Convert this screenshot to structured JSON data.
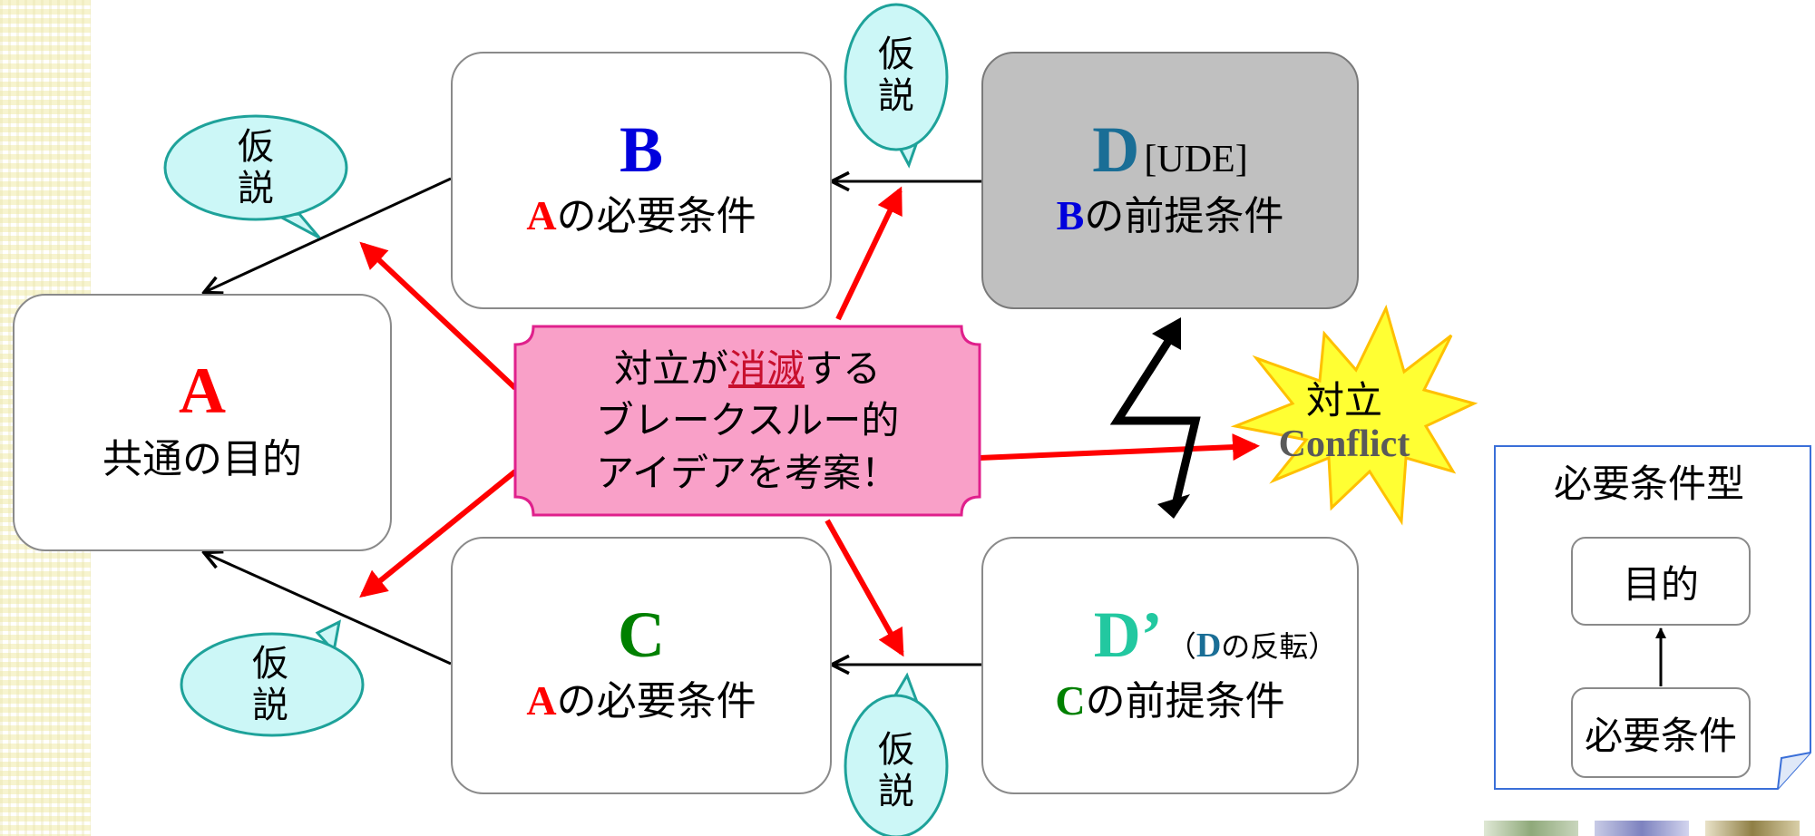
{
  "diagram": {
    "nodes": {
      "a": {
        "letter": "A",
        "label": "共通の目的"
      },
      "b": {
        "letter": "B",
        "ref": "A",
        "label": "の必要条件"
      },
      "c": {
        "letter": "C",
        "ref": "A",
        "label": "の必要条件"
      },
      "d": {
        "letter": "D",
        "tag": "[UDE]",
        "ref": "B",
        "label": "の前提条件"
      },
      "dprime": {
        "letter": "D’",
        "note_open": "（",
        "note_ref": "D",
        "note_text": "の反転）",
        "ref": "C",
        "label": "の前提条件"
      }
    },
    "hypothesis_label_line1": "仮",
    "hypothesis_label_line2": "説",
    "center_idea": {
      "line1_pre": "対立が",
      "line1_emph": "消滅",
      "line1_post": "する",
      "line2": "ブレークスルー的",
      "line3": "アイデアを考案！"
    },
    "conflict": {
      "jp": "対立",
      "en": "Conflict"
    }
  },
  "legend": {
    "title": "必要条件型",
    "top_box": "目的",
    "bottom_box": "必要条件"
  },
  "colors": {
    "red_letter": "#ff0000",
    "blue_letter": "#0000dd",
    "green_letter": "#008000",
    "teal_letter": "#1a6e96",
    "cyan_letter": "#22c8a0",
    "center_fill": "#f9a0c8",
    "center_border": "#e0208c",
    "bubble_fill": "#ccf7f7",
    "bubble_border": "#1ea29a",
    "burst_fill": "#ffff33",
    "burst_border": "#ffc000",
    "arrow_red": "#ff0000"
  }
}
